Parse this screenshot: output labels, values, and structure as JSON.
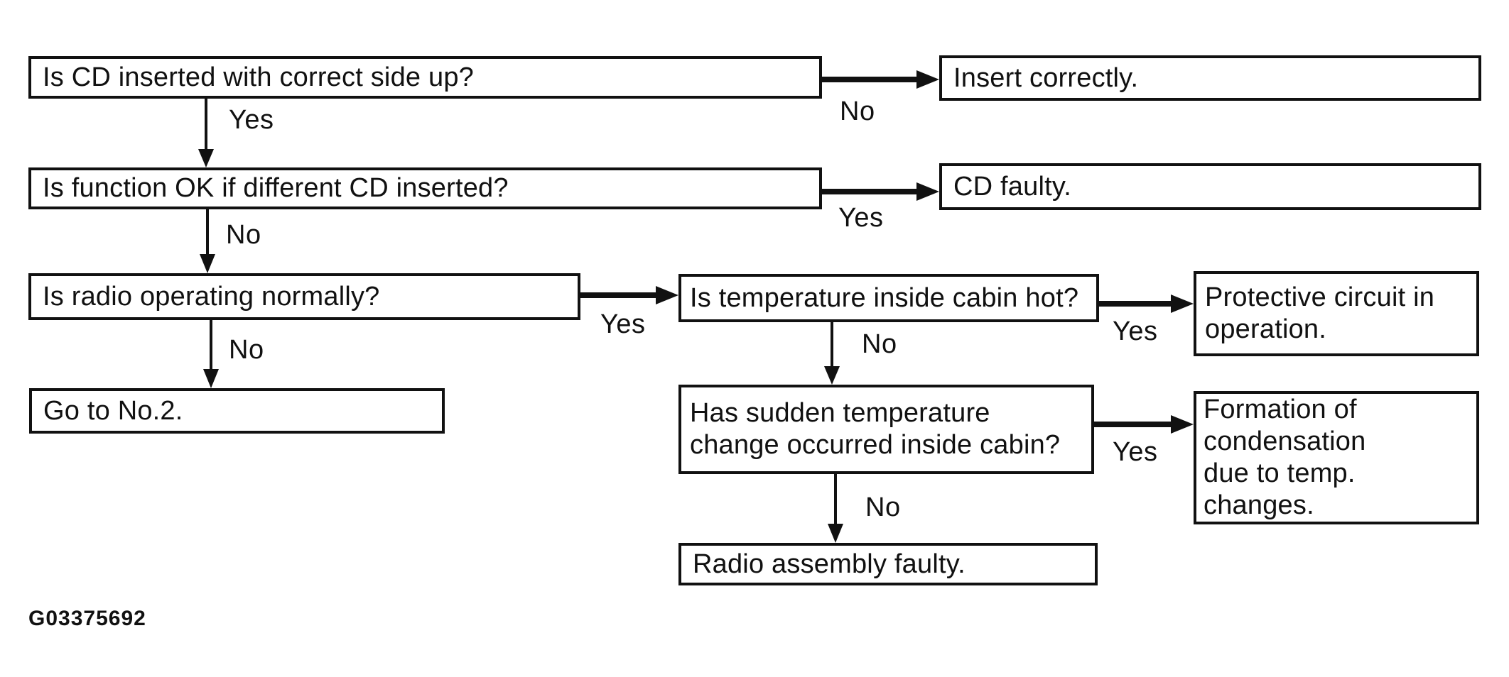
{
  "figure": {
    "id_label": "G03375692"
  },
  "nodes": {
    "q1": {
      "text": "Is CD inserted with correct side up?"
    },
    "a1": {
      "text": "Insert correctly."
    },
    "q2": {
      "text": "Is function OK if different CD inserted?"
    },
    "a2": {
      "text": "CD faulty."
    },
    "q3": {
      "text": "Is radio operating normally?"
    },
    "q4": {
      "text": "Is temperature inside cabin hot?"
    },
    "a3": {
      "text": "Protective circuit in\noperation."
    },
    "go2": {
      "text": "Go to No.2."
    },
    "q5": {
      "text": "Has sudden temperature\nchange occurred inside cabin?"
    },
    "a4": {
      "text": "Formation of\ncondensation\ndue to temp. changes."
    },
    "a5": {
      "text": "Radio assembly faulty."
    }
  },
  "edge_labels": {
    "q1_yes": "Yes",
    "q1_no": "No",
    "q2_yes": "Yes",
    "q2_no": "No",
    "q3_yes": "Yes",
    "q3_no": "No",
    "q4_yes": "Yes",
    "q4_no": "No",
    "q5_yes": "Yes",
    "q5_no": "No"
  },
  "colors": {
    "ink": "#111111",
    "background": "#ffffff"
  }
}
